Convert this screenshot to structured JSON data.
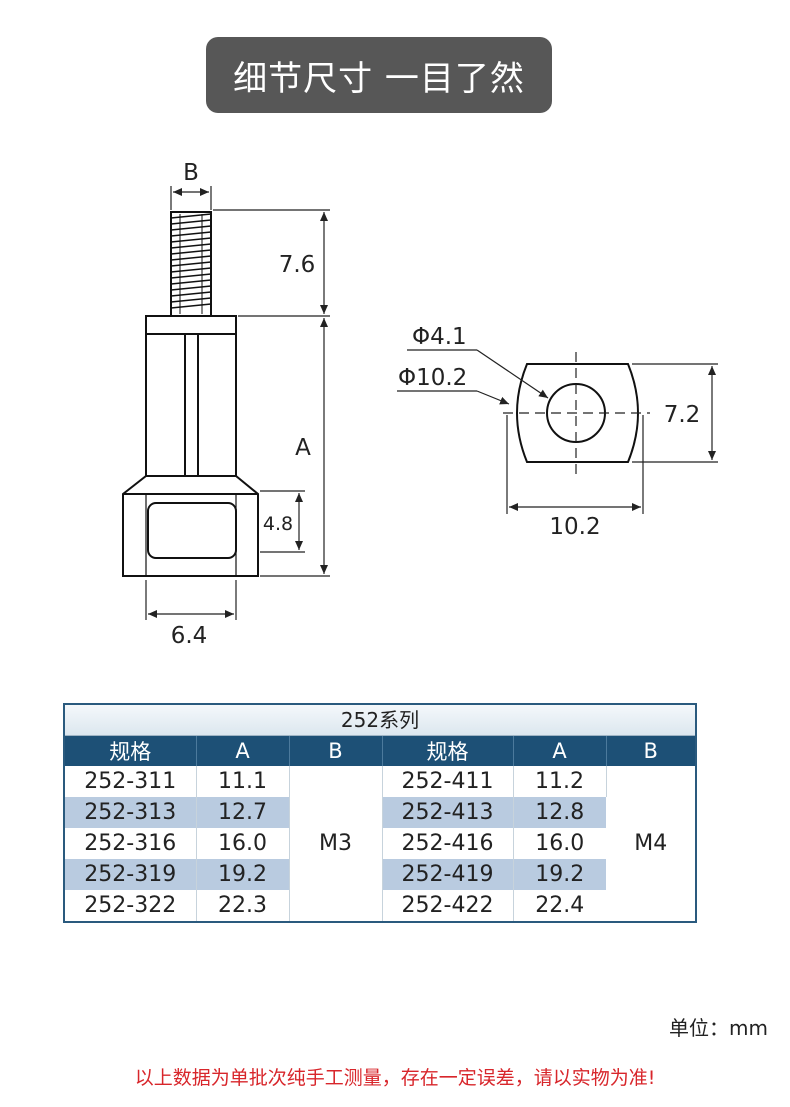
{
  "banner": {
    "title": "细节尺寸 一目了然"
  },
  "drawing": {
    "dim_b": "B",
    "dim_thread": "7.6",
    "dim_a": "A",
    "dim_hex_h": "4.8",
    "dim_hex_w": "6.4",
    "dim_hole_small": "Φ4.1",
    "dim_hole_large": "Φ10.2",
    "dim_height": "7.2",
    "dim_width": "10.2"
  },
  "table": {
    "title": "252系列",
    "headers": [
      "规格",
      "A",
      "B",
      "规格",
      "A",
      "B"
    ],
    "left_b": "M3",
    "right_b": "M4",
    "rows": [
      {
        "spec_l": "252-311",
        "a_l": "11.1",
        "spec_r": "252-411",
        "a_r": "11.2"
      },
      {
        "spec_l": "252-313",
        "a_l": "12.7",
        "spec_r": "252-413",
        "a_r": "12.8"
      },
      {
        "spec_l": "252-316",
        "a_l": "16.0",
        "spec_r": "252-416",
        "a_r": "16.0"
      },
      {
        "spec_l": "252-319",
        "a_l": "19.2",
        "spec_r": "252-419",
        "a_r": "19.2"
      },
      {
        "spec_l": "252-322",
        "a_l": "22.3",
        "spec_r": "252-422",
        "a_r": "22.4"
      }
    ]
  },
  "footer": {
    "unit": "单位：mm",
    "disclaimer": "以上数据为单批次纯手工测量，存在一定误差，请以实物为准!"
  },
  "colors": {
    "banner_bg": "#575757",
    "header_bg": "#1d5076",
    "row_shade": "#b9cbe0",
    "disclaimer": "#d8262b"
  }
}
